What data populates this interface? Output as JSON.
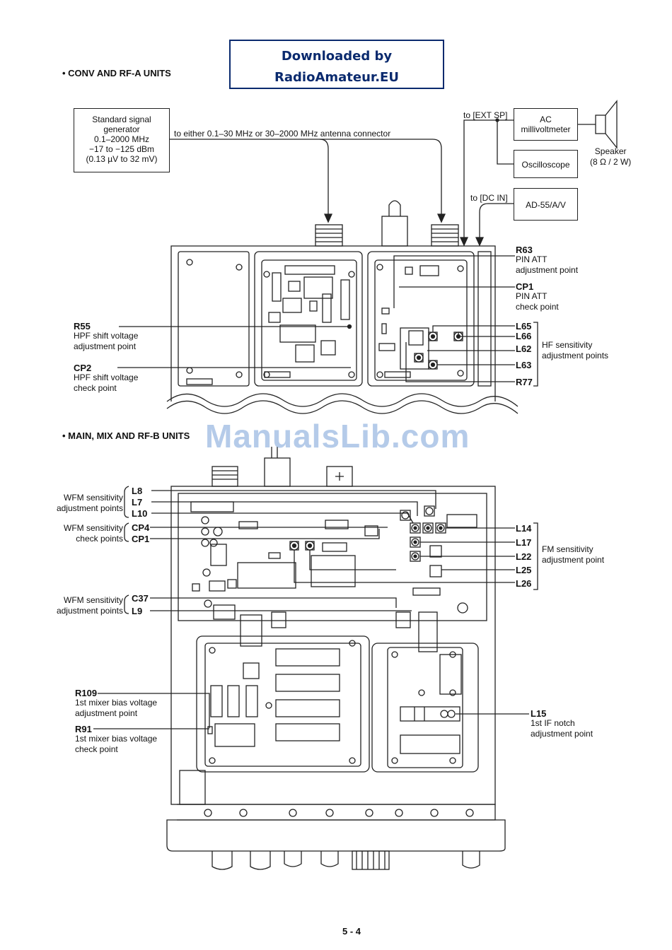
{
  "banner": {
    "line1": "Downloaded by",
    "line2": "RadioAmateur.EU"
  },
  "watermark": "ManualsLib.com",
  "section1": {
    "title": "• CONV AND RF-A UNITS",
    "generator": {
      "l1": "Standard signal",
      "l2": "generator",
      "l3": "0.1–2000 MHz",
      "l4": "−17 to −125 dBm",
      "l5": "(0.13 µV to 32 mV)"
    },
    "antenna_label": "to either 0.1–30 MHz or 30–2000 MHz antenna connector",
    "ext_sp": "to [EXT SP]",
    "ac_meter": {
      "l1": "AC",
      "l2": "millivoltmeter"
    },
    "oscilloscope": "Oscilloscope",
    "speaker": {
      "l1": "Speaker",
      "l2": "(8 Ω / 2 W)"
    },
    "dc_in": "to [DC IN]",
    "adapter": "AD-55/A/V",
    "r63": {
      "ref": "R63",
      "d1": "PIN ATT",
      "d2": "adjustment point"
    },
    "cp1": {
      "ref": "CP1",
      "d1": "PIN ATT",
      "d2": "check point"
    },
    "r55": {
      "ref": "R55",
      "d1": "HPF shift voltage",
      "d2": "adjustment point"
    },
    "cp2": {
      "ref": "CP2",
      "d1": "HPF shift voltage",
      "d2": "check point"
    },
    "hf_refs": [
      "L65",
      "L66",
      "L62",
      "L63",
      "R77"
    ],
    "hf_group": {
      "l1": "HF sensitivity",
      "l2": "adjustment points"
    }
  },
  "section2": {
    "title": "• MAIN, MIX AND RF-B UNITS",
    "wfm_adj1": {
      "l1": "WFM sensitivity",
      "l2": "adjustment points",
      "refs": [
        "L8",
        "L7",
        "L10"
      ]
    },
    "wfm_check": {
      "l1": "WFM sensitivity",
      "l2": "check points",
      "refs": [
        "CP4",
        "CP1"
      ]
    },
    "wfm_adj2": {
      "l1": "WFM sensitivity",
      "l2": "adjustment points",
      "refs": [
        "C37",
        "L9"
      ]
    },
    "fm_refs": [
      "L14",
      "L17",
      "L22",
      "L25",
      "L26"
    ],
    "fm_group": {
      "l1": "FM sensitivity",
      "l2": "adjustment point"
    },
    "r109": {
      "ref": "R109",
      "d1": "1st mixer bias voltage",
      "d2": "adjustment point"
    },
    "r91": {
      "ref": "R91",
      "d1": "1st mixer bias voltage",
      "d2": "check point"
    },
    "l15": {
      "ref": "L15",
      "d1": "1st IF notch",
      "d2": "adjustment point"
    }
  },
  "page_number": "5 - 4"
}
